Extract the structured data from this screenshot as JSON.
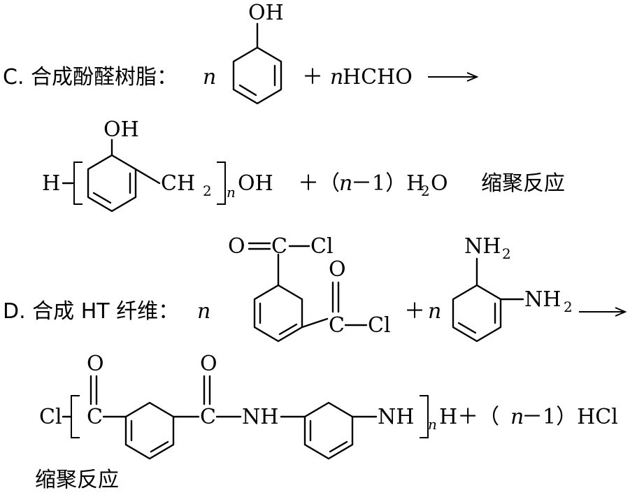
{
  "section_c": {
    "label": "C. 合成酚醛树脂：",
    "coeff_n": "n",
    "phenol_oh": "OH",
    "plus_n": "＋",
    "n2": "n",
    "hcho": "HCHO",
    "product_h": "H",
    "product_oh": "OH",
    "ch2": "CH",
    "ch2_sub": "2",
    "repeat_n": "n",
    "water_plus": "＋（",
    "water_n": "n",
    "water_rest": "－1）H",
    "water_sub": "2",
    "water_o": "O",
    "reaction_type": "缩聚反应"
  },
  "section_d": {
    "label": "D. 合成 HT 纤维：",
    "coeff_n": "n",
    "o_top": "O",
    "c_top": "C",
    "cl_top": "Cl",
    "o_right": "O",
    "c_right": "C",
    "cl_right": "Cl",
    "plus": "＋",
    "n2": "n",
    "nh2_top": "NH",
    "nh2_top_sub": "2",
    "nh2_right": "NH",
    "nh2_right_sub": "2",
    "prod_cl": "Cl",
    "prod_c1": "C",
    "prod_o1": "O",
    "prod_c2": "C",
    "prod_o2": "O",
    "prod_nh1": "NH",
    "prod_nh2": "NH",
    "repeat_n": "n",
    "prod_tail": "H＋（",
    "prod_tail_n": "n",
    "prod_tail_rest": "－1）HCl",
    "reaction_type": "缩聚反应"
  }
}
